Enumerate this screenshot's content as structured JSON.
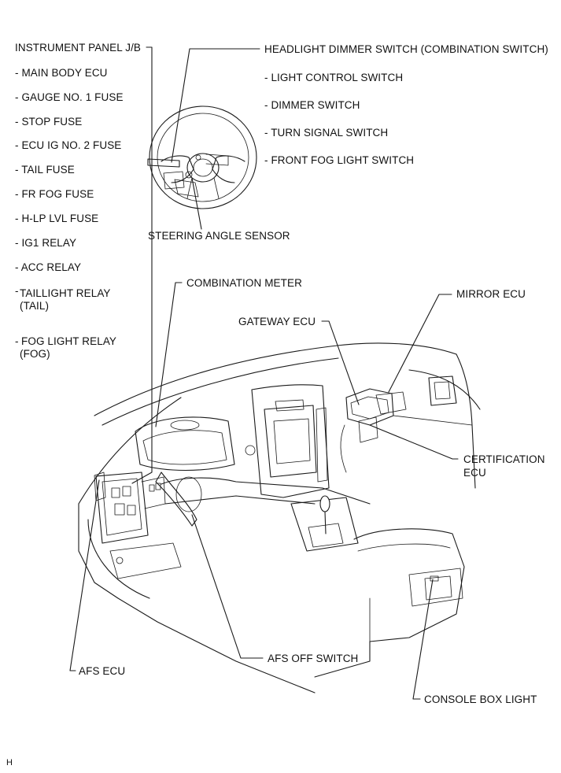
{
  "jb_list": {
    "title": "INSTRUMENT PANEL J/B",
    "items": [
      "- MAIN BODY ECU",
      "- GAUGE NO. 1 FUSE",
      "- STOP FUSE",
      "- ECU IG NO. 2 FUSE",
      "- TAIL FUSE",
      "- FR FOG FUSE",
      "- H-LP LVL FUSE",
      "- IG1 RELAY",
      "- ACC RELAY"
    ],
    "taillight_relay": [
      "TAILLIGHT RELAY",
      "(TAIL)"
    ],
    "fog_light_relay": [
      "FOG LIGHT RELAY",
      "(FOG)"
    ],
    "dash": "-"
  },
  "switch_list": {
    "title": "HEADLIGHT DIMMER SWITCH (COMBINATION SWITCH)",
    "items": [
      "- LIGHT CONTROL SWITCH",
      "- DIMMER SWITCH",
      "- TURN SIGNAL SWITCH",
      "- FRONT FOG LIGHT SWITCH"
    ]
  },
  "labels": {
    "steering_angle_sensor": "STEERING ANGLE SENSOR",
    "combination_meter": "COMBINATION METER",
    "mirror_ecu": "MIRROR ECU",
    "gateway_ecu": "GATEWAY ECU",
    "certification_ecu": [
      "CERTIFICATION",
      "ECU"
    ],
    "afs_off_switch": "AFS OFF SWITCH",
    "afs_ecu": "AFS ECU",
    "console_box_light": "CONSOLE BOX LIGHT"
  },
  "figure_code": "H"
}
